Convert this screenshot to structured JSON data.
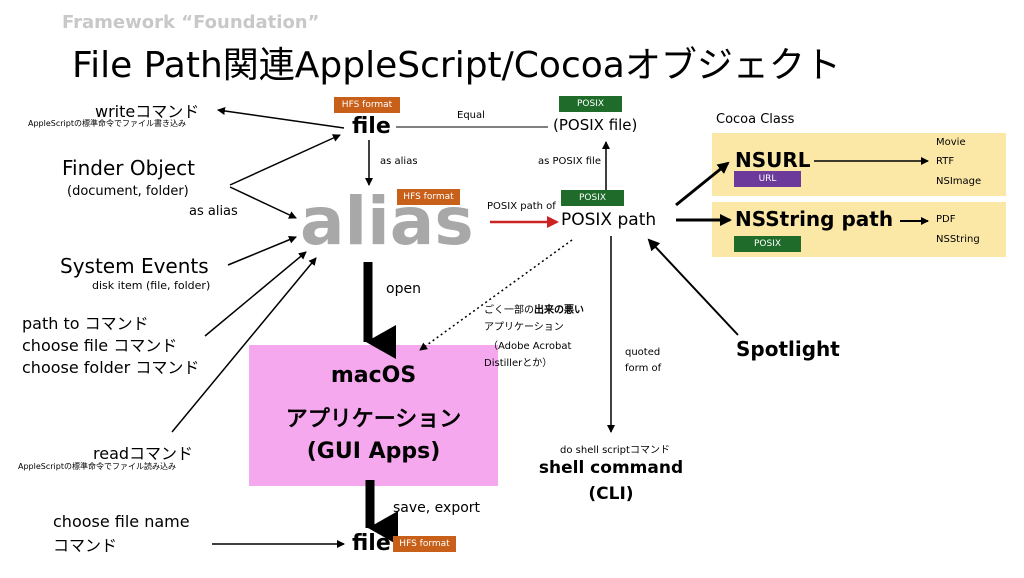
{
  "header": {
    "subtitle": "Framework “Foundation”",
    "title": "File Path関連AppleScript/Cocoaオブジェクト"
  },
  "nodes": {
    "file_top": "file",
    "posix_file": "(POSIX file)",
    "alias": "alias",
    "posix_path": "POSIX path",
    "gui_apps": [
      "macOS",
      "アプリケーション",
      "(GUI Apps)"
    ],
    "shell_command": [
      "shell command",
      "(CLI)"
    ],
    "spotlight": "Spotlight",
    "file_bottom": "file"
  },
  "badges": {
    "hfs_format": "HFS format",
    "posix": "POSIX",
    "url": "URL"
  },
  "left_sources": {
    "write_cmd": "writeコマンド",
    "write_desc": "AppleScriptの標準命令でファイル書き込み",
    "finder_object": "Finder Object",
    "finder_sub": "(document, folder)",
    "as_alias": "as alias",
    "system_events": "System Events",
    "system_events_sub": "disk item (file, folder)",
    "path_to": "path to コマンド",
    "choose_file": "choose file コマンド",
    "choose_folder": "choose folder コマンド",
    "read_cmd": "readコマンド",
    "read_desc": "AppleScriptの標準命令でファイル読み込み",
    "choose_file_name_1": "choose file name",
    "choose_file_name_2": "コマンド"
  },
  "edge_labels": {
    "equal": "Equal",
    "as_alias": "as alias",
    "as_posix_file": "as POSIX file",
    "posix_path_of": "POSIX path of",
    "open": "open",
    "save_export": "save, export",
    "quoted_form_of_1": "quoted",
    "quoted_form_of_2": "form of",
    "do_shell_script": "do shell scriptコマンド",
    "note_1_pre": "ごく一部の",
    "note_1_bold": "出来の悪い",
    "note_2": "アプリケーション",
    "note_3": "（Adobe Acrobat",
    "note_4": "Distillerとか）"
  },
  "cocoa": {
    "heading": "Cocoa Class",
    "nsurl": "NSURL",
    "nsurl_outputs": [
      "Movie",
      "RTF",
      "NSImage"
    ],
    "nsstring_path": "NSString path",
    "nsstring_outputs": [
      "PDF",
      "NSString"
    ]
  },
  "colors": {
    "hfs_badge": "#c8601a",
    "posix_badge": "#1f6b2a",
    "url_badge": "#6b3a9a",
    "cocoa_box": "#fbe8a6",
    "gui_box": "#f6a8ee",
    "posix_path_of_arrow": "#cc2222",
    "alias_text": "#a8a8a8"
  }
}
